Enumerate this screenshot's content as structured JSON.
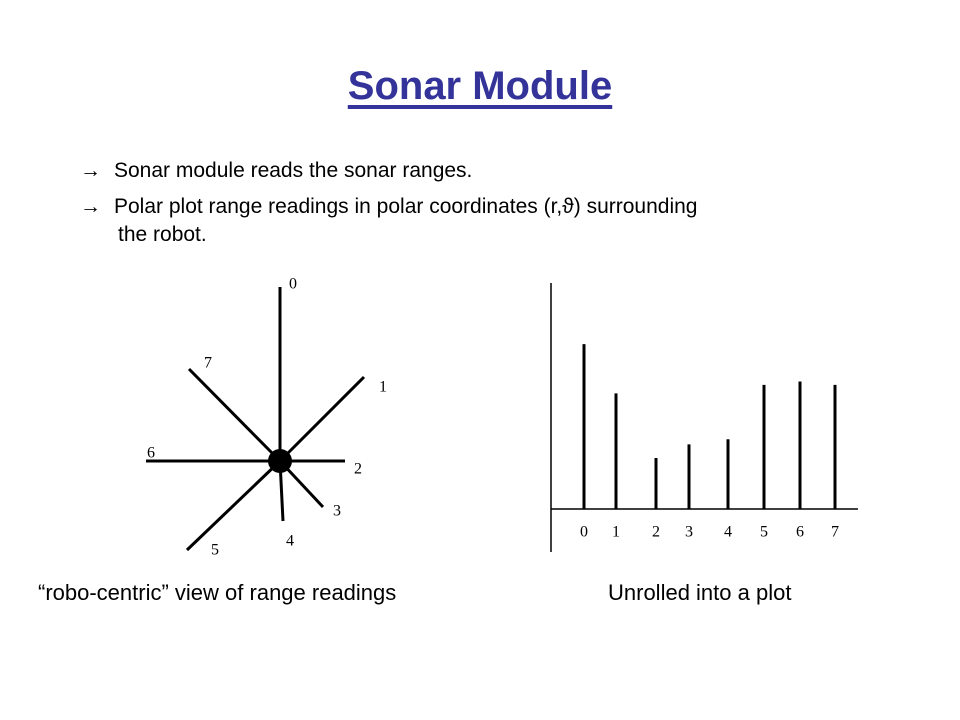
{
  "title": "Sonar Module",
  "bullets": [
    {
      "arrow": "→",
      "text": "Sonar module reads the sonar ranges."
    },
    {
      "arrow": "→",
      "text": "Polar plot range readings in polar coordinates (r,ϑ) surrounding",
      "continuation": "the robot."
    }
  ],
  "polar": {
    "sensors": [
      "0",
      "1",
      "2",
      "3",
      "4",
      "5",
      "6",
      "7"
    ]
  },
  "unrolled": {
    "categories": [
      "0",
      "1",
      "2",
      "3",
      "4",
      "5",
      "6",
      "7"
    ],
    "values": [
      0.97,
      0.68,
      0.3,
      0.38,
      0.41,
      0.73,
      0.75,
      0.73
    ]
  },
  "captions": {
    "left": "“robo-centric” view of range readings",
    "right": "Unrolled into a plot"
  },
  "colors": {
    "title": "#333399",
    "ink": "#000000"
  }
}
